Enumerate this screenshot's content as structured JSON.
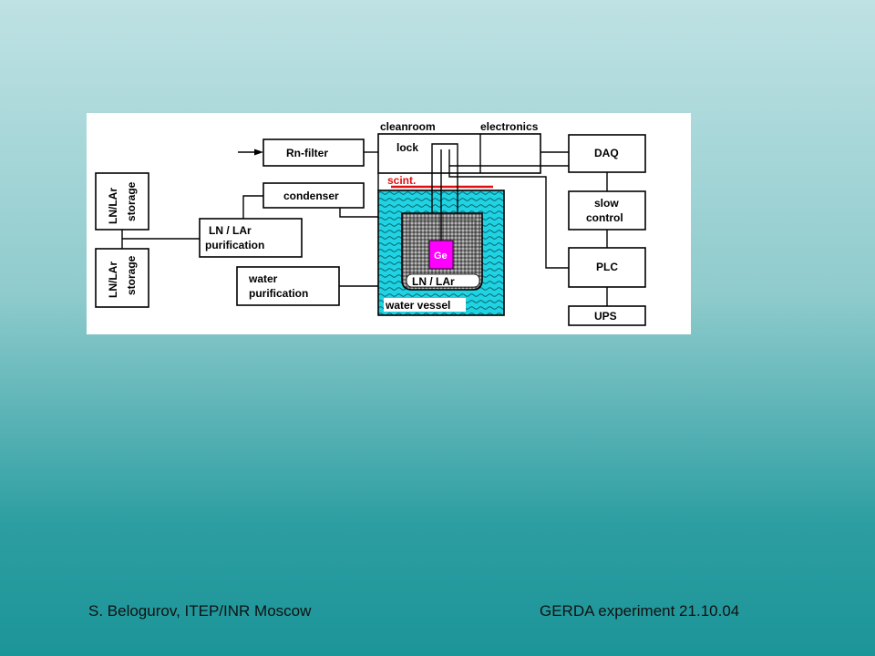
{
  "diagram": {
    "labels": {
      "rn_filter": "Rn-filter",
      "cleanroom": "cleanroom",
      "electronics": "electronics",
      "lock": "lock",
      "daq": "DAQ",
      "scint": "scint.",
      "storage_top_1": "LN/LAr",
      "storage_top_2": "storage",
      "storage_bottom_1": "LN/LAr",
      "storage_bottom_2": "storage",
      "condenser": "condenser",
      "slow_1": "slow",
      "slow_2": "control",
      "purif_1": "LN / LAr",
      "purif_2": "purification",
      "ge": "Ge",
      "plc": "PLC",
      "cryo_ln": "LN / LAr",
      "water_purif_1": "water",
      "water_purif_2": "purification",
      "water_vessel": "water vessel",
      "ups": "UPS"
    },
    "colors": {
      "water": "#1fd3e3",
      "ge": "#ff00ff",
      "scint": "#e01010",
      "cryostat": "#8a8a8a"
    }
  },
  "footer": {
    "left": "S. Belogurov, ITEP/INR  Moscow",
    "right": "GERDA experiment  21.10.04"
  }
}
